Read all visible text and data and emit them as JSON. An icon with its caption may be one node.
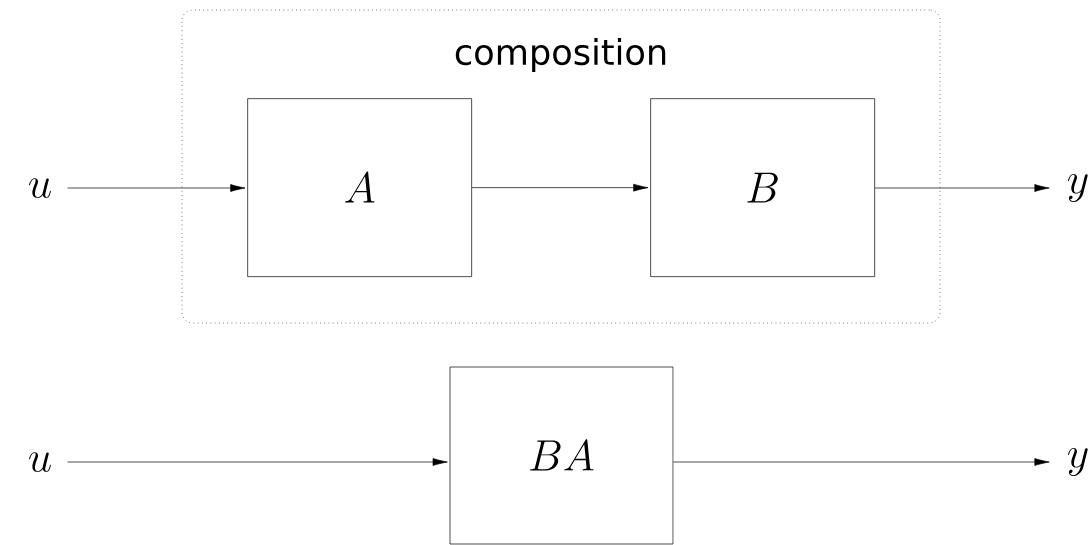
{
  "diagram": {
    "nodes": [
      {
        "text": [
          "composition"
        ]
      },
      {
        "text": [
          "u"
        ]
      },
      {
        "text": [
          "A"
        ],
        "in": 0
      },
      {
        "text": [
          "B"
        ],
        "in": 0
      },
      {
        "text": [
          "y"
        ]
      },
      {
        "text": [
          "u"
        ]
      },
      {
        "text": [
          "BA"
        ]
      },
      {
        "text": [
          "y"
        ]
      }
    ],
    "edges": [
      {
        "from": 1,
        "to": 2,
        "arrow": "to"
      },
      {
        "from": 2,
        "to": 3,
        "arrow": "to"
      },
      {
        "from": 3,
        "to": 4,
        "arrow": "to"
      },
      {
        "from": 5,
        "to": 6,
        "arrow": "to"
      },
      {
        "from": 6,
        "to": 7,
        "arrow": "to"
      }
    ]
  }
}
